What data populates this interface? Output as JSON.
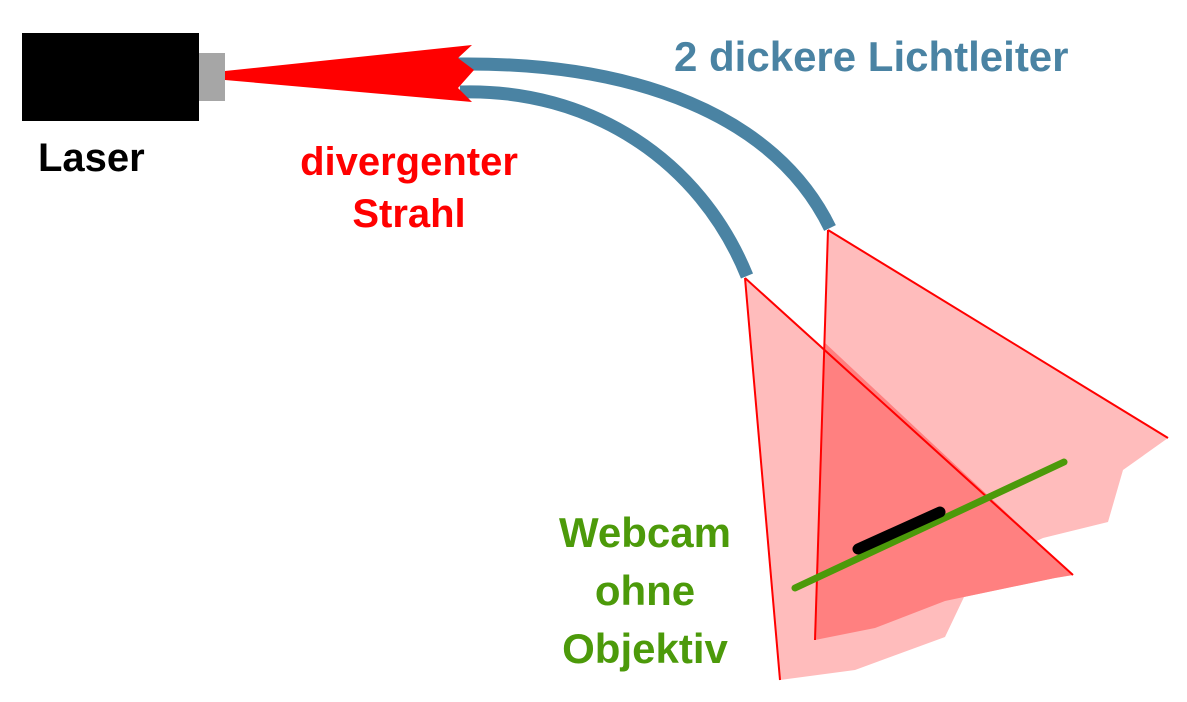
{
  "labels": {
    "laser": "Laser",
    "strahl": [
      "divergenter",
      "Strahl"
    ],
    "lichtleiter": "2 dickere Lichtleiter",
    "webcam": [
      "Webcam",
      "ohne",
      "Objektiv"
    ]
  },
  "colors": {
    "laser_body": "#000000",
    "laser_lens": "#a6a6a6",
    "beam": "#ff0000",
    "fiber": "#4a83a3",
    "light_cone": "#ffbcbc",
    "cone_overlap": "#ff8080",
    "cone_edge": "#ff0000",
    "webcam_line": "#4c9a0a",
    "sensor": "#000000",
    "laser_text": "#000000",
    "strahl_text": "#ff0000",
    "lichtleiter_text": "#4a83a3",
    "webcam_text": "#4c9a0a"
  }
}
